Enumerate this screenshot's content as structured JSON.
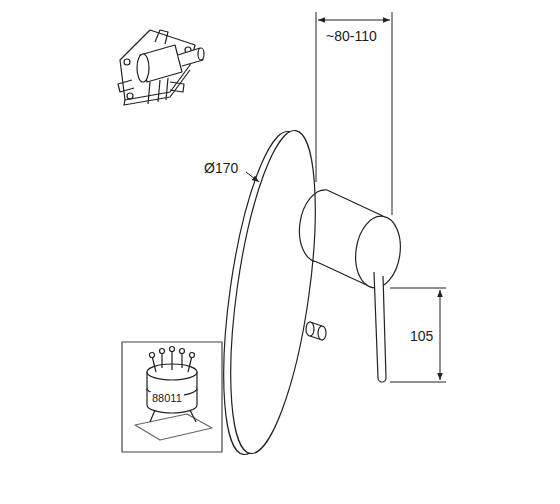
{
  "diagram": {
    "labels": [
      "Ø170",
      "~80-110",
      "105",
      "88011"
    ]
  }
}
